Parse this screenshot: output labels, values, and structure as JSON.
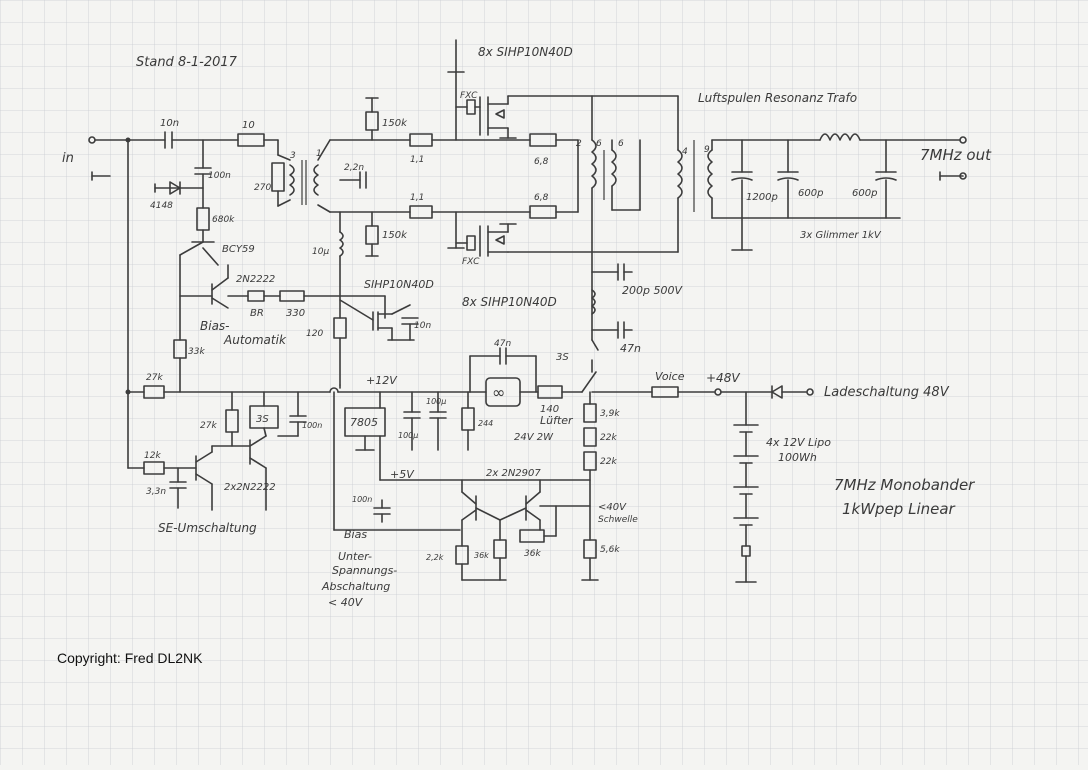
{
  "labels": {
    "date": "Stand 8-1-2017",
    "input": "in",
    "output": "7MHz out",
    "final_fets_top": "8x SIHP10N40D",
    "final_fets_bottom": "8x SIHP10N40D",
    "driver_fet": "SIHP10N40D",
    "resonance": "Luftspulen Resonanz Trafo",
    "glimmer": "3x Glimmer 1kV",
    "fxc_top": "FXC",
    "fxc_bottom": "FXC",
    "bias_auto": "Bias-",
    "bias_auto2": "Automatik",
    "se": "SE-Umschaltung",
    "fan": "Lüfter",
    "fan_rating": "24V 2W",
    "voice": "Voice",
    "plus48": "+48V",
    "charge": "Ladeschaltung 48V",
    "battery": "4x 12V Lipo",
    "battery2": "100Wh",
    "title1": "7MHz Monobander",
    "title2": "1kWpep Linear",
    "plus12": "+12V",
    "plus5": "+5V",
    "reg": "7805",
    "under1": "Unter-",
    "under2": "Spannungs-",
    "under3": "Abschaltung",
    "under4": "< 40V",
    "lt40": "<40V",
    "schwelle": "Schwelle",
    "bias": "Bias",
    "copyright": "Copyright: Fred DL2NK"
  },
  "components": {
    "c10n": "10n",
    "r10": "10",
    "c100n_in": "100n",
    "d4148": "4148",
    "r680k": "680k",
    "t_bcy": "BCY59",
    "t_2n2222": "2N2222",
    "br": "BR",
    "r330": "330",
    "r33k": "33k",
    "r270": "270",
    "t3": "3",
    "t1": "1",
    "c22n": "2,2n",
    "r11a": "1,1",
    "r11b": "1,1",
    "r150k_top": "150k",
    "r150k_bot": "150k",
    "r68a": "6,8",
    "r68b": "6,8",
    "n2": "2",
    "n6a": "6",
    "n6b": "6",
    "n4": "4",
    "n9": "9",
    "c1200p": "1200p",
    "c600pa": "600p",
    "c600pb": "600p",
    "l10u": "10µ",
    "r120": "120",
    "c10n_drv": "10n",
    "c200p": "200p 500V",
    "c47n": "47n",
    "c47n_fan": "47n",
    "r140": "140",
    "r244": "244",
    "c100u_a": "100µ",
    "c100u_b": "100µ",
    "r27k_a": "27k",
    "r27k_b": "27k",
    "r12k": "12k",
    "c33n": "3,3n",
    "t_2x2222": "2x2N2222",
    "c100n_se": "100n",
    "s3s_a": "3S",
    "s3s_b": "3S",
    "r39k": "3,9k",
    "r22k_a": "22k",
    "r22k_b": "22k",
    "r56k": "5,6k",
    "t_2n2907": "2x 2N2907",
    "r22k_c": "2,2k",
    "r36k_a": "36k",
    "r36k_b": "36k",
    "c100n_5v": "100n"
  }
}
